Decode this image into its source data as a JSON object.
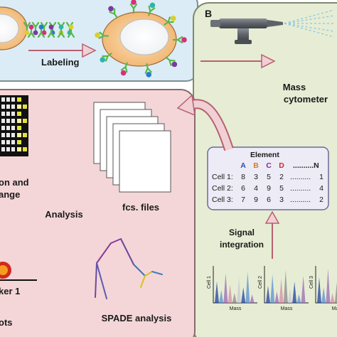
{
  "panel_b": {
    "letter": "B"
  },
  "labeling": {
    "label": "Labeling"
  },
  "mass_cytometer": {
    "line1": "Mass",
    "line2": "cytometer"
  },
  "analysis": {
    "title": "Analysis",
    "cropped_line1": "on and",
    "cropped_line2": "ange",
    "fcs_label": "fcs. files",
    "cropped_marker": "ker 1",
    "cropped_plots": "ots",
    "spade_label": "SPADE analysis"
  },
  "element_table": {
    "title": "Element",
    "headers": [
      "A",
      "B",
      "C",
      "D",
      "..........N"
    ],
    "header_colors": [
      "#2e4fa8",
      "#e0781e",
      "#7a2e8e",
      "#d42a2a",
      "#222222"
    ],
    "rows": [
      {
        "label": "Cell 1:",
        "values": [
          "8",
          "3",
          "5",
          "2"
        ],
        "dots": "..........",
        "n": "1"
      },
      {
        "label": "Cell 2:",
        "values": [
          "6",
          "4",
          "9",
          "5"
        ],
        "dots": "..........",
        "n": "4"
      },
      {
        "label": "Cell 3:",
        "values": [
          "7",
          "9",
          "6",
          "3"
        ],
        "dots": "..........",
        "n": "2"
      }
    ]
  },
  "signal": {
    "line1": "Signal",
    "line2": "integration"
  },
  "spectra": [
    {
      "ylabel": "Cell 1",
      "xlabel": "Mass"
    },
    {
      "ylabel": "Cell 2",
      "xlabel": "Mass"
    },
    {
      "ylabel": "Cell 3",
      "xlabel": "Mass"
    }
  ],
  "colors": {
    "blue_panel": "#dcecf6",
    "green_panel": "#e6edd4",
    "pink_panel": "#f4d6d8",
    "arrow_fill": "#f0d0d4",
    "arrow_stroke": "#b86070",
    "cell_fill": "#f6c58c",
    "cell_outline": "#9a6a3a"
  }
}
